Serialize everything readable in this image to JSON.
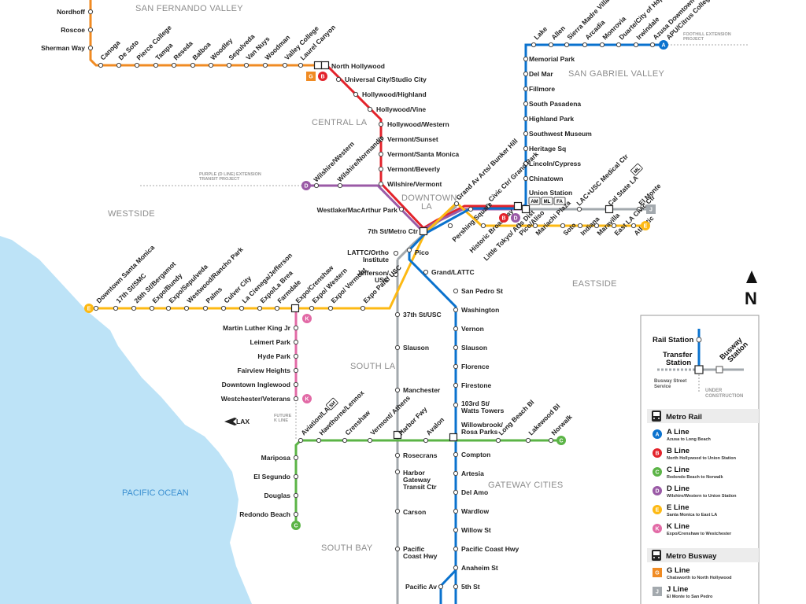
{
  "colors": {
    "A": "#0a72ce",
    "B": "#e3232b",
    "C": "#5bb446",
    "D": "#9a5aa6",
    "E": "#fdb913",
    "K": "#e26aa6",
    "G": "#f08b23",
    "J": "#a3a9ae",
    "ocean": "#bde3f7",
    "ocean_text": "#3a8fd0"
  },
  "regions": {
    "san_fernando_valley": "SAN FERNANDO VALLEY",
    "san_gabriel_valley": "SAN GABRIEL VALLEY",
    "central_la": "CENTRAL LA",
    "westside": "WESTSIDE",
    "downtown_la_1": "DOWNTOWN",
    "downtown_la_2": "LA",
    "eastside": "EASTSIDE",
    "south_la": "SOUTH LA",
    "gateway_cities": "GATEWAY CITIES",
    "south_bay": "SOUTH BAY",
    "pacific_ocean": "PACIFIC OCEAN"
  },
  "notes": {
    "foothill_1": "FOOTHILL EXTENSION",
    "foothill_2": "PROJECT",
    "purple_1": "PURPLE (D LINE) EXTENSION",
    "purple_2": "TRANSIT PROJECT",
    "future_k_1": "FUTURE",
    "future_k_2": "K LINE",
    "lax": "LAX",
    "north": "N"
  },
  "stations": {
    "g_vertical": [
      "Nordhoff",
      "Roscoe",
      "Sherman Way"
    ],
    "g_diagonal": [
      "Canoga",
      "De Soto",
      "Pierce College",
      "Tampa",
      "Reseda",
      "Balboa",
      "Woodley",
      "Sepulveda",
      "Van Nuys",
      "Woodman",
      "Valley College",
      "Laurel Canyon"
    ],
    "north_hollywood": "North Hollywood",
    "b_line": [
      "Universal City/Studio City",
      "Hollywood/Highland",
      "Hollywood/Vine",
      "Hollywood/Western",
      "Vermont/Sunset",
      "Vermont/Santa Monica",
      "Vermont/Beverly",
      "Wilshire/Vermont"
    ],
    "d_line": [
      "Wilshire/Western",
      "Wilshire/Normandie"
    ],
    "westlake": "Westlake/MacArthur Park",
    "metro_ctr": "7th St/Metro Ctr",
    "lattc_1": "LATTC/Ortho",
    "lattc_2": "Institute",
    "jefferson_1": "Jefferson/",
    "jefferson_2": "USC",
    "pico": "Pico",
    "a_south": [
      "Grand/LATTC",
      "San Pedro St",
      "Washington",
      "Vernon",
      "Slauson",
      "Florence",
      "Firestone"
    ],
    "watts_1": "103rd St/",
    "watts_2": "Watts Towers",
    "willow_1": "Willowbrook/",
    "willow_2": "Rosa Parks",
    "a_lower": [
      "Compton",
      "Artesia",
      "Del Amo",
      "Wardlow",
      "Willow St",
      "Pacific Coast Hwy",
      "Anaheim St",
      "5th St"
    ],
    "pacific_av": "Pacific Av",
    "a_north": [
      "Memorial Park",
      "Del Mar",
      "Fillmore",
      "South Pasadena",
      "Highland Park",
      "Southwest Museum",
      "Heritage Sq",
      "Lincoln/Cypress",
      "Chinatown"
    ],
    "a_north_diag": [
      "Lake",
      "Allen",
      "Sierra Madre Villa",
      "Arcadia",
      "Monrovia",
      "Duarte/City of Hope",
      "Irwindale",
      "Azusa Downtown",
      "APU/Citrus College"
    ],
    "union_station": "Union Station",
    "union_badges": [
      "AM",
      "ML",
      "FA"
    ],
    "j_east": [
      "LAC+USC Medical Ctr",
      "Cal State LA",
      "El Monte"
    ],
    "cal_state_badge": "ML",
    "dt_diag": [
      "Grand Av Arts/ Bunker Hill",
      "Civic Ctr/ Grand Park",
      "Pershing Square",
      "Historic Broadway",
      "Little Tokyo/ Arts Dist"
    ],
    "e_east": [
      "Pico/Aliso",
      "Mariachi Plaza",
      "Soto",
      "Indiana",
      "Maravilla",
      "East LA Civic Ctr",
      "Atlantic"
    ],
    "e_west": [
      "Downtown Santa Monica",
      "17th St/SMC",
      "26th St/Bergamot",
      "Expo/Bundy",
      "Expo/Sepulveda",
      "Westwood/Rancho Park",
      "Palms",
      "Culver City",
      "La Cienega/Jefferson",
      "Expo/La Brea",
      "Farmdale",
      "Expo/Crenshaw",
      "Expo/ Western",
      "Expo/ Vermont",
      "Expo Park/ USC"
    ],
    "k_line": [
      "Martin Luther King Jr",
      "Leimert Park",
      "Hyde Park",
      "Fairview Heights",
      "Downtown Inglewood",
      "Westchester/Veterans"
    ],
    "j_south": [
      "37th St/USC",
      "Slauson",
      "Manchester",
      "Harbor Fwy",
      "Rosecrans",
      "Carson"
    ],
    "harbor_gateway": [
      "Harbor",
      "Gateway",
      "Transit Ctr"
    ],
    "pacific_coast": [
      "Pacific",
      "Coast Hwy"
    ],
    "c_line": [
      "Aviation/LAX",
      "Hawthorne/Lennox",
      "Crenshaw",
      "Vermont/ Athens",
      "Harbor Fwy",
      "Avalon",
      "Long Beach Bl",
      "Lakewood Bl",
      "Norwalk"
    ],
    "c_south": [
      "Mariposa",
      "El Segundo",
      "Douglas",
      "Redondo Beach"
    ],
    "aviation_badge": "SH"
  },
  "legend": {
    "rail_station": "Rail Station",
    "transfer_1": "Transfer",
    "transfer_2": "Station",
    "busway_1": "Busway",
    "busway_2": "Station",
    "busway_street_1": "Busway Street",
    "busway_street_2": "Service",
    "under_1": "UNDER",
    "under_2": "CONSTRUCTION",
    "metro_rail": "Metro Rail",
    "metro_busway": "Metro Busway",
    "lines": [
      {
        "letter": "A",
        "name": "A Line",
        "desc": "Azusa to Long Beach"
      },
      {
        "letter": "B",
        "name": "B Line",
        "desc": "North Hollywood to Union Station"
      },
      {
        "letter": "C",
        "name": "C Line",
        "desc": "Redondo Beach to Norwalk"
      },
      {
        "letter": "D",
        "name": "D Line",
        "desc": "Wilshire/Western to Union Station"
      },
      {
        "letter": "E",
        "name": "E Line",
        "desc": "Santa Monica to East LA"
      },
      {
        "letter": "K",
        "name": "K Line",
        "desc": "Expo/Crenshaw to Westchester"
      }
    ],
    "busways": [
      {
        "letter": "G",
        "name": "G Line",
        "desc": "Chatsworth to North Hollywood"
      },
      {
        "letter": "J",
        "name": "J Line",
        "desc": "El Monte to San Pedro"
      }
    ]
  },
  "line_badges": [
    "A",
    "B",
    "C",
    "D",
    "E",
    "G",
    "J",
    "K"
  ]
}
